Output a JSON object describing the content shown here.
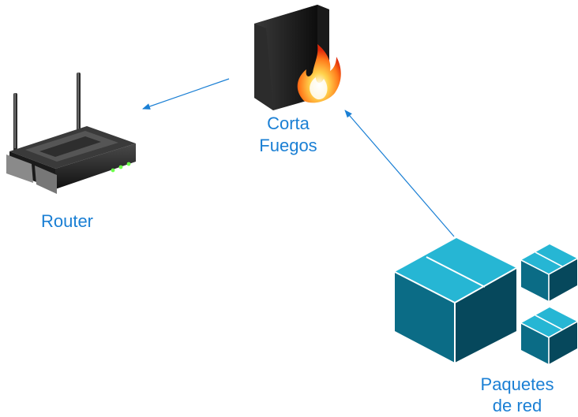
{
  "nodes": {
    "router": {
      "label": "Router",
      "icon": "router-icon"
    },
    "firewall": {
      "label_lines": [
        "Corta",
        "Fuegos"
      ],
      "icon": "firewall-icon"
    },
    "packets": {
      "label_lines": [
        "Paquetes",
        "de red"
      ],
      "icon": "package-boxes-icon"
    }
  },
  "edges": [
    {
      "from": "packets",
      "to": "firewall"
    },
    {
      "from": "firewall",
      "to": "router"
    }
  ],
  "colors": {
    "edge": "#1a7fd4",
    "label": "#1a7fd4",
    "box_top": "#26b6d4",
    "box_front": "#0b6c86",
    "box_side": "#06485c"
  }
}
